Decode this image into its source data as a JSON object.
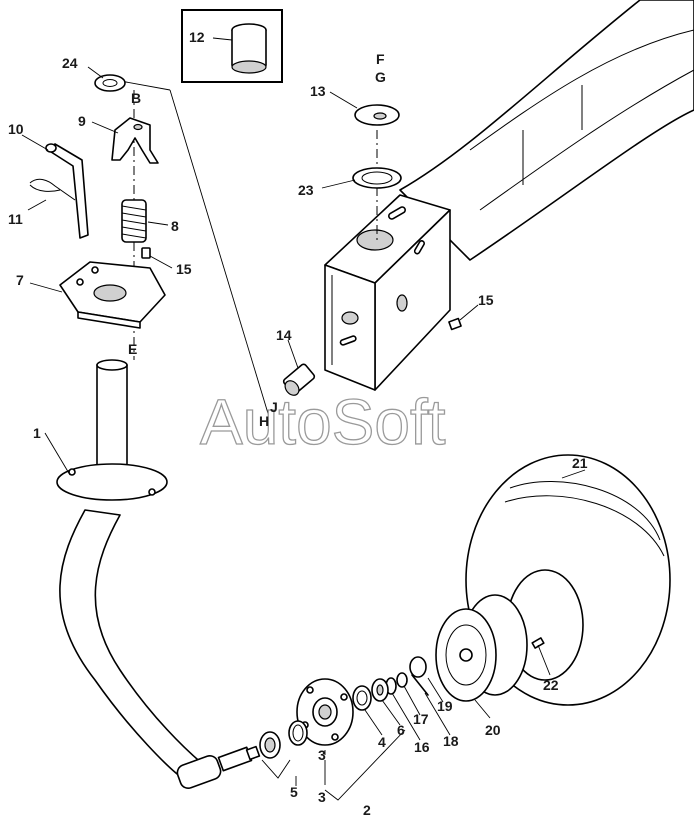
{
  "watermark": "AutoSoft",
  "callouts": {
    "c1": "1",
    "c2": "2",
    "c3a": "3",
    "c3b": "3",
    "c4": "4",
    "c5": "5",
    "c6": "6",
    "c7": "7",
    "c8": "8",
    "c9": "9",
    "c10": "10",
    "c11": "11",
    "c12": "12",
    "c13": "13",
    "c14": "14",
    "c15a": "15",
    "c15b": "15",
    "c16": "16",
    "c17": "17",
    "c18": "18",
    "c19": "19",
    "c20": "20",
    "c21": "21",
    "c22": "22",
    "c23": "23",
    "c24": "24"
  },
  "refs": {
    "B": "B",
    "E": "E",
    "F": "F",
    "G": "G",
    "H": "H",
    "J": "J"
  }
}
